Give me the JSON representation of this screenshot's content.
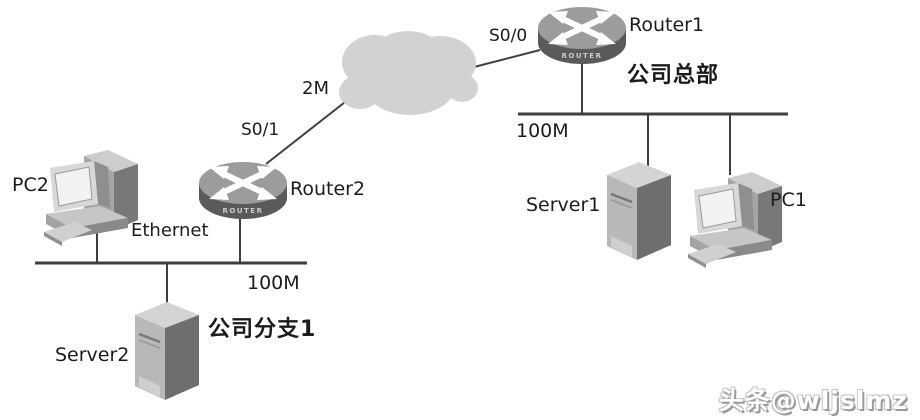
{
  "diagram": {
    "nodes": {
      "router1": "Router1",
      "router2": "Router2",
      "pc1": "PC1",
      "pc2": "PC2",
      "server1": "Server1",
      "server2": "Server2"
    },
    "wan": {
      "link_speed": "2M",
      "router1_interface": "S0/0",
      "router2_interface": "S0/1"
    },
    "hq": {
      "site_label": "公司总部",
      "lan_speed": "100M"
    },
    "branch": {
      "site_label": "公司分支1",
      "lan_label": "Ethernet",
      "lan_speed": "100M"
    },
    "router_brand_text": "ROUTER",
    "watermark": "头条@wljslmz",
    "icons": {
      "router": "router-icon (gray cylinder with four white crossing arrows)",
      "cloud": "wan-cloud-icon (light gray cloud blob)",
      "pc": "desktop-pc-icon (isometric monitor, tower and keyboard)",
      "server": "tower-server-icon (isometric dark tower)"
    },
    "colors": {
      "line": "#3f3f3f",
      "text": "#1b1b1b",
      "cloud_fill": "#d2d2d2",
      "router_top": "#9c9c9c",
      "router_side": "#5a5a5a",
      "server_dark_face": "#6e6e6e",
      "background": "#ffffff"
    }
  }
}
